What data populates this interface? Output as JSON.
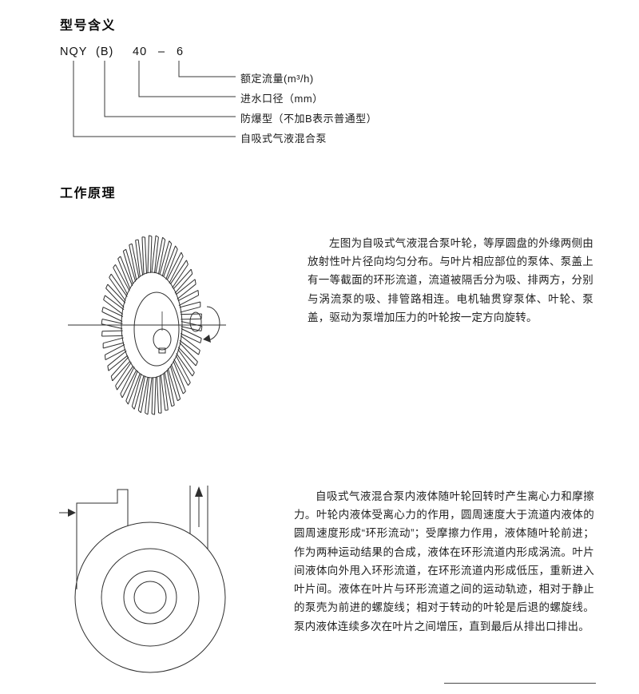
{
  "titles": {
    "model_meaning": "型号含义",
    "working_principle": "工作原理"
  },
  "model_code": {
    "parts": [
      "NQY",
      "(B)",
      "40",
      "–",
      "6"
    ]
  },
  "model_labels": [
    "额定流量(m³/h)",
    "进水口径（mm）",
    "防爆型（不加B表示普通型）",
    "自吸式气液混合泵"
  ],
  "paragraphs": {
    "impeller": "左图为自吸式气液混合泵叶轮，等厚圆盘的外缘两侧由放射性叶片径向均匀分布。与叶片相应部位的泵体、泵盖上有一等截面的环形流道，流道被隔舌分为吸、排两方，分别与涡流泵的吸、排管路相连。电机轴贯穿泵体、叶轮、泵盖，驱动为泵增加压力的叶轮按一定方向旋转。",
    "principle": "自吸式气液混合泵内液体随叶轮回转时产生离心力和摩擦力。叶轮内液体受离心力的作用，圆周速度大于流道内液体的圆周速度形成“环形流动”；受摩擦力作用，液体随叶轮前进；作为两种运动结果的合成，液体在环形流道内形成涡流。叶片间液体向外甩入环形流道，在环形流道内形成低压，重新进入叶片间。液体在叶片与环形流道之间的运动轨迹，相对于静止的泵壳为前进的螺旋线；相对于转动的叶轮是后退的螺旋线。泵内液体连续多次在叶片之间增压，直到最后从排出口排出。"
  }
}
